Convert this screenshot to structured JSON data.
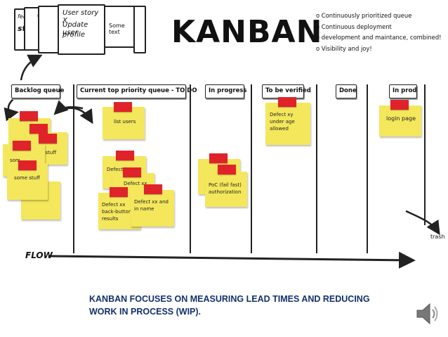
{
  "title": "KANBAN",
  "bullets": [
    "o Continuously prioritized queue",
    "o Continuous deployment",
    "o development and maintance, combined!",
    "o Visibility and joy!"
  ],
  "story_cards": {
    "front": [
      "User story X",
      "Update user",
      "profile"
    ],
    "back_1": "feature",
    "back_2": "user",
    "back_3": "story",
    "back_4": "Some text"
  },
  "columns": [
    "Backlog queue",
    "Current top priority queue - TO DO",
    "In progress",
    "To be verified",
    "Done",
    "In prod"
  ],
  "notes": {
    "backlog_a": "e stuff",
    "backlog_b": "some stuff",
    "backlog_c": "som",
    "todo_list_users": "list users",
    "todo_defect_1": "Defect",
    "todo_defect_2": "Defect xx",
    "todo_defect_3": "Defect xx back-button results",
    "todo_defect_4": "Defect xx and in name",
    "inprogress": "PoC (fail fast) authorization",
    "verified": "Defect xy under age allowed",
    "inprod": "login page"
  },
  "flow_label": "FLOW",
  "trash_label": "trash",
  "caption": "KANBAN FOCUSES ON MEASURING LEAD TIMES AND REDUCING WORK IN PROCESS (WIP).",
  "colors": {
    "sticky": "#f4e75c",
    "tag": "#e0232a",
    "caption": "#14306d"
  },
  "icons": [
    "speaker-icon"
  ]
}
